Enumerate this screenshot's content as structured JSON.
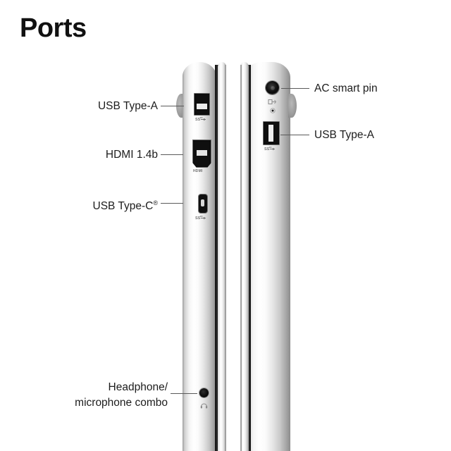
{
  "page": {
    "title": "Ports",
    "background_color": "#ffffff",
    "text_color": "#1c1c1c",
    "leader_line_color": "#5a5a5a"
  },
  "callouts": {
    "left": [
      {
        "id": "usb-type-a-left",
        "label": "USB Type-A",
        "side": "left"
      },
      {
        "id": "hdmi",
        "label": "HDMI 1.4b",
        "side": "left"
      },
      {
        "id": "usb-type-c",
        "label": "USB Type-C",
        "registered_mark": "®",
        "side": "left"
      }
    ],
    "right": [
      {
        "id": "ac-smart-pin",
        "label": "AC smart pin",
        "side": "right"
      },
      {
        "id": "usb-type-a-right",
        "label": "USB Type-A",
        "side": "right"
      }
    ],
    "bottom": [
      {
        "id": "headphone-mic-combo",
        "label_line_1": "Headphone/",
        "label_line_2": "microphone combo",
        "side": "left"
      }
    ]
  },
  "devices": {
    "left_laptop": {
      "name": "laptop-left-side-profile",
      "ports": [
        {
          "name": "usb-a-port",
          "marking": "SS-USB-trident"
        },
        {
          "name": "hdmi-port",
          "marking": "HDMI"
        },
        {
          "name": "usb-c-port",
          "marking": "SS-USB-trident"
        },
        {
          "name": "headphone-jack",
          "marking": "headphone-icon"
        }
      ]
    },
    "right_laptop": {
      "name": "laptop-right-side-profile",
      "ports": [
        {
          "name": "ac-power-jack",
          "marking": "power-plug-icon"
        },
        {
          "name": "power-led",
          "marking": "led-dot"
        },
        {
          "name": "usb-a-port",
          "marking": "SS-USB-trident"
        }
      ]
    }
  }
}
